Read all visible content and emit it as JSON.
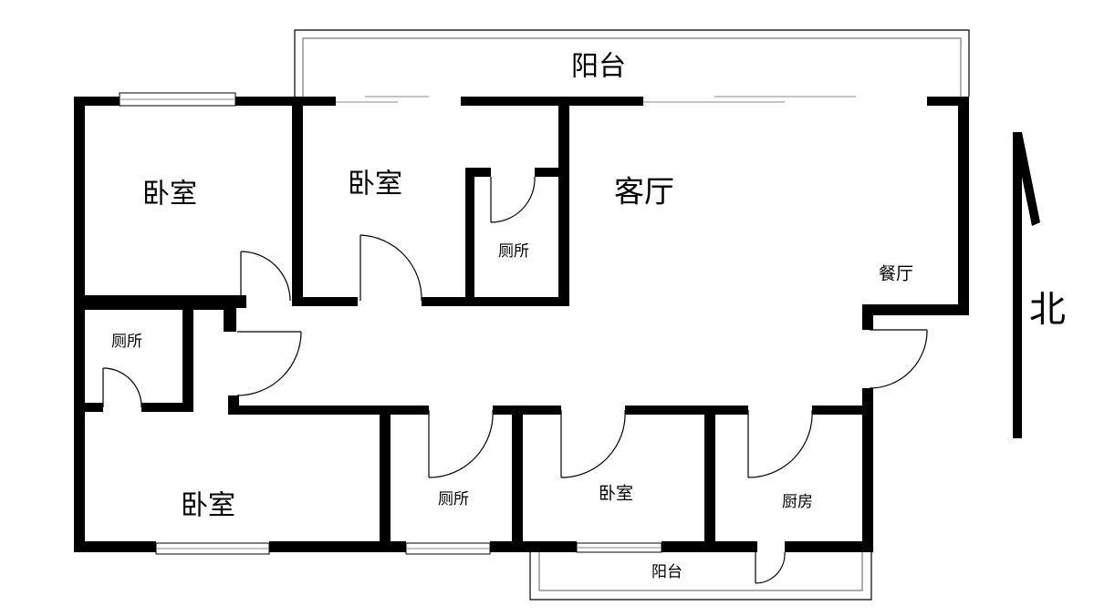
{
  "rooms": {
    "balcony_top": "阳台",
    "bedroom_top_left": "卧室",
    "bedroom_top_middle": "卧室",
    "living_room": "客厅",
    "dining_room": "餐厅",
    "toilet_top": "厕所",
    "toilet_left": "厕所",
    "bedroom_bottom_left": "卧室",
    "toilet_bottom": "厕所",
    "bedroom_bottom_middle": "卧室",
    "kitchen": "厨房",
    "balcony_bottom": "阳台"
  },
  "compass": {
    "label": "北"
  },
  "colors": {
    "wall": "#000000",
    "background": "#ffffff"
  }
}
